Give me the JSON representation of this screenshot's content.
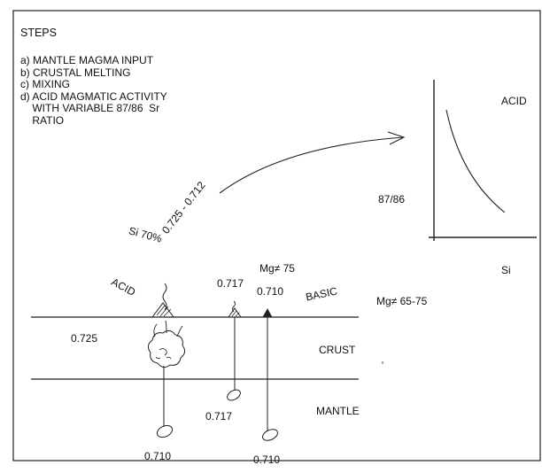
{
  "title": "STEPS",
  "steps": [
    "a) MANTLE MAGMA INPUT",
    "b) CRUSTAL MELTING",
    "c) MIXING",
    "d) ACID MAGMATIC ACTIVITY",
    "    WITH VARIABLE 87/86  Sr",
    "    RATIO"
  ],
  "inset": {
    "title": "ACID",
    "y_label": "87/86",
    "x_label": "Si"
  },
  "diagram": {
    "si": "Si 70%",
    "range": "0.725 - 0.712",
    "acid": "ACID",
    "basic": "BASIC",
    "mg_top": "Mg≠ 75",
    "mg_range": "Mg≠ 65-75",
    "crust": "CRUST",
    "mantle": "MANTLE",
    "v_0725": "0.725",
    "v_0717_top": "0.717",
    "v_0710_top": "0.710",
    "v_0717_bottom": "0.717",
    "v_0710_left": "0.710",
    "v_0710_right": "0.710"
  },
  "colors": {
    "ink": "#111111",
    "line": "#222222",
    "paper": "#ffffff"
  }
}
